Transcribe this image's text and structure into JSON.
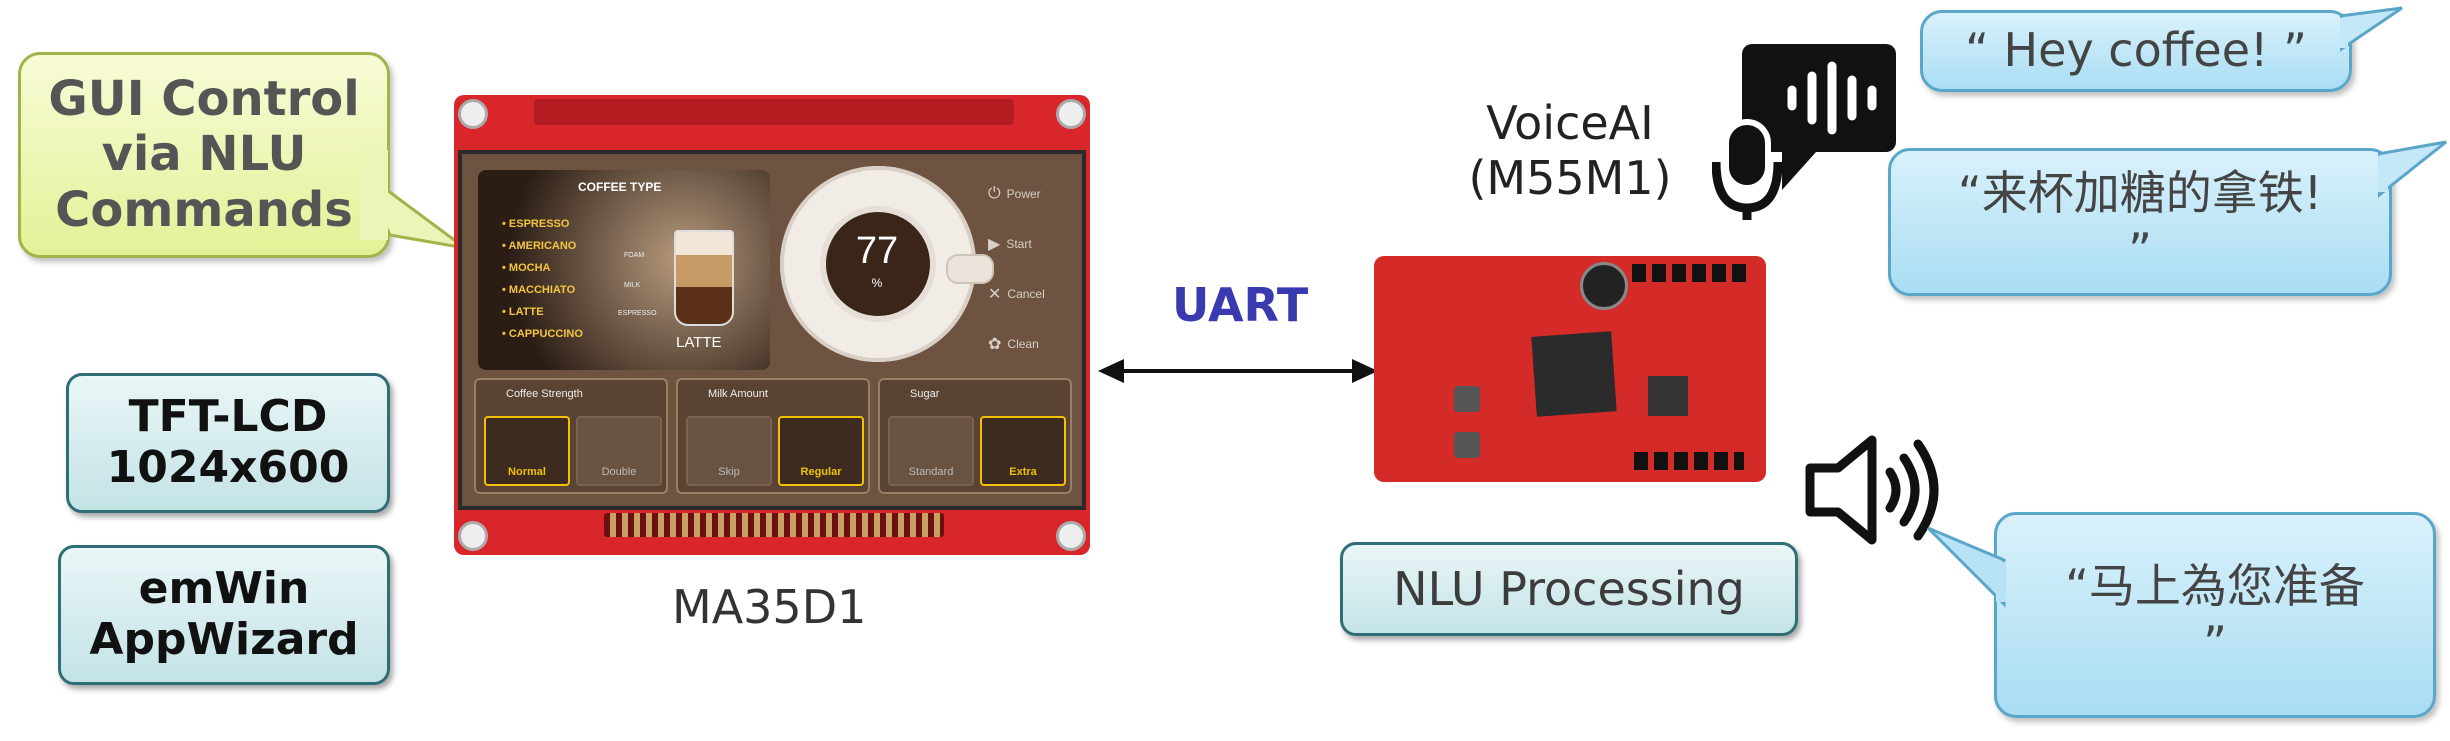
{
  "left_boxes": {
    "gui_control": "GUI Control\nvia NLU\nCommands",
    "tft_lcd": "TFT-LCD\n1024x600",
    "emwin": "emWin\nAppWizard"
  },
  "ma35d1_label": "MA35D1",
  "uart_label": "UART",
  "voiceai_label": "VoiceAI\n(M55M1)",
  "nlu_box": "NLU Processing",
  "bubbles": {
    "hey_coffee": "“ Hey coffee! ”",
    "latte_order": "“来杯加糖的拿铁!\n”",
    "prepare": "“马上為您准备\n”"
  },
  "coffee_ui": {
    "coffee_type_title": "COFFEE TYPE",
    "coffee_types": [
      "ESPRESSO",
      "AMERICANO",
      "MOCHA",
      "MACCHIATO",
      "LATTE",
      "CAPPUCCINO"
    ],
    "cup_layers": [
      "FOAM",
      "MILK",
      "ESPRESSO"
    ],
    "selected_name": "LATTE",
    "progress_value": "77",
    "progress_unit": "%",
    "side_buttons": [
      "Power",
      "Start",
      "Cancel",
      "Clean"
    ],
    "panels": [
      {
        "title": "Coffee Strength",
        "options": [
          "Normal",
          "Double"
        ]
      },
      {
        "title": "Milk Amount",
        "options": [
          "Skip",
          "Regular"
        ]
      },
      {
        "title": "Sugar",
        "options": [
          "Standard",
          "Extra"
        ]
      }
    ]
  },
  "colors": {
    "uart": "#3a3ab0",
    "pcb_red": "#d9262b",
    "teal_border": "#2f6e74",
    "accent_yellow": "#f2c200"
  }
}
